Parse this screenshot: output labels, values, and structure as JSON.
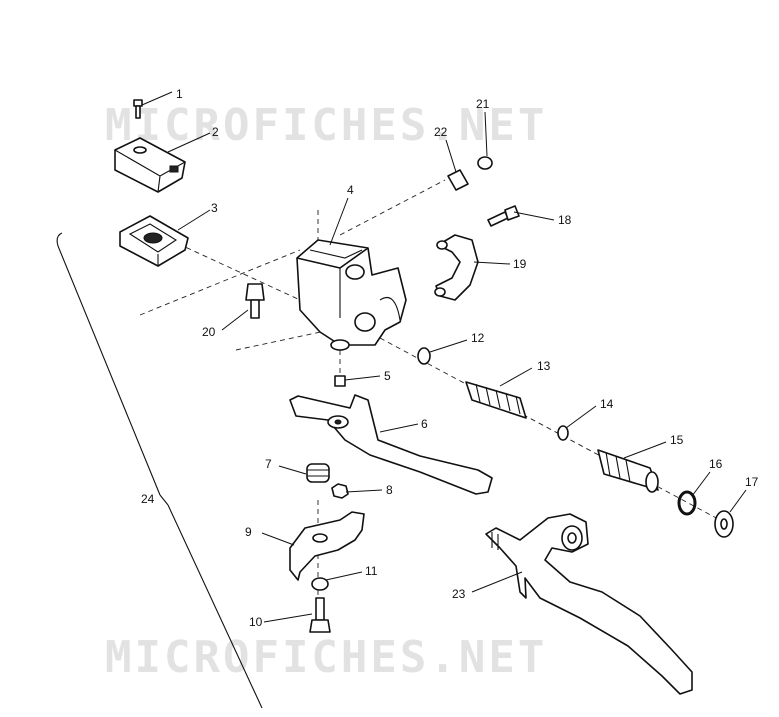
{
  "watermark": {
    "text": "MICROFICHES.NET"
  },
  "callouts": [
    "1",
    "2",
    "3",
    "4",
    "5",
    "6",
    "7",
    "8",
    "9",
    "10",
    "11",
    "12",
    "13",
    "14",
    "15",
    "16",
    "17",
    "18",
    "19",
    "20",
    "21",
    "22",
    "23",
    "24"
  ]
}
